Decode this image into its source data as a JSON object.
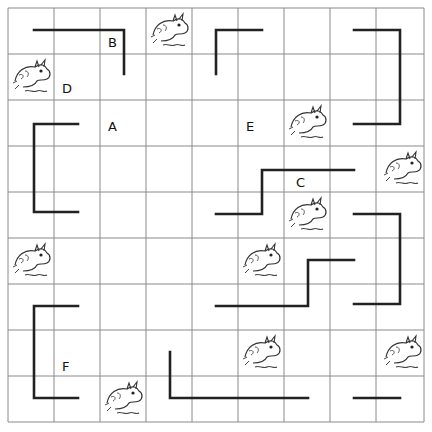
{
  "diagram": {
    "labels": [
      "B",
      "D",
      "A",
      "E",
      "C",
      "F"
    ]
  }
}
